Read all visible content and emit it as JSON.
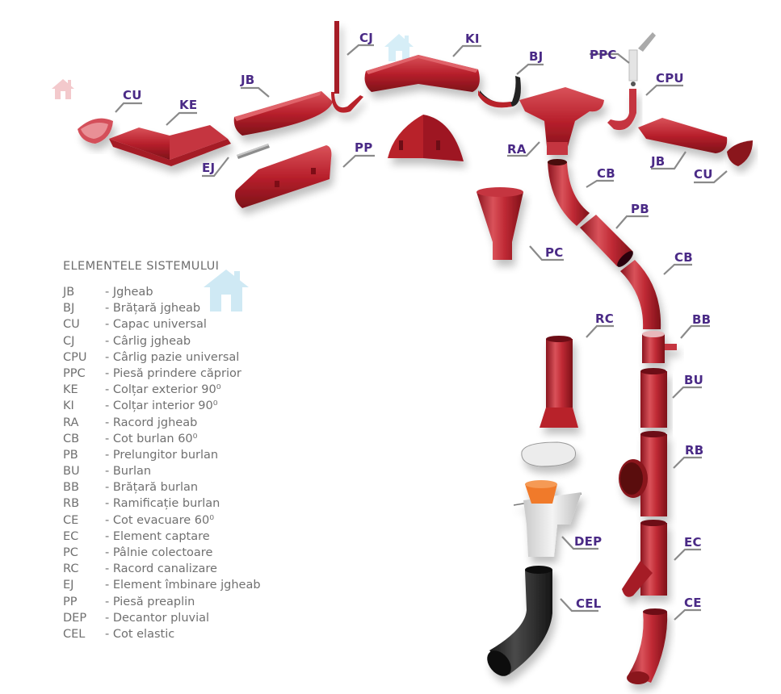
{
  "legend": {
    "title": "ELEMENTELE SISTEMULUI",
    "items": [
      {
        "code": "JB",
        "desc": "- Jgheab"
      },
      {
        "code": "BJ",
        "desc": "- Brățară jgheab"
      },
      {
        "code": "CU",
        "desc": "- Capac universal"
      },
      {
        "code": "CJ",
        "desc": "- Cârlig jgheab"
      },
      {
        "code": "CPU",
        "desc": "- Cârlig pazie universal"
      },
      {
        "code": "PPC",
        "desc": "- Piesă prindere căprior"
      },
      {
        "code": "KE",
        "desc": "- Colțar exterior 90⁰"
      },
      {
        "code": "KI",
        "desc": "- Colțar interior 90⁰"
      },
      {
        "code": "RA",
        "desc": "- Racord jgheab"
      },
      {
        "code": "CB",
        "desc": "- Cot burlan 60⁰"
      },
      {
        "code": "PB",
        "desc": "- Prelungitor burlan"
      },
      {
        "code": "BU",
        "desc": "- Burlan"
      },
      {
        "code": "BB",
        "desc": "- Brățară burlan"
      },
      {
        "code": "RB",
        "desc": "- Ramificație burlan"
      },
      {
        "code": "CE",
        "desc": "- Cot evacuare 60⁰"
      },
      {
        "code": "EC",
        "desc": "- Element captare"
      },
      {
        "code": "PC",
        "desc": "- Pâlnie colectoare"
      },
      {
        "code": "RC",
        "desc": "- Racord canalizare"
      },
      {
        "code": "EJ",
        "desc": "- Element îmbinare jgheab"
      },
      {
        "code": "PP",
        "desc": "- Piesă preaplin"
      },
      {
        "code": "DEP",
        "desc": "- Decantor pluvial"
      },
      {
        "code": "CEL",
        "desc": "- Cot elastic"
      }
    ]
  },
  "callouts": {
    "cu_left": "CU",
    "ke": "KE",
    "jb_left": "JB",
    "ej": "EJ",
    "cj": "CJ",
    "ki": "KI",
    "pp": "PP",
    "bj": "BJ",
    "ppc": "PPC",
    "cpu": "CPU",
    "ra": "RA",
    "cb_top": "CB",
    "jb_right": "JB",
    "cu_right": "CU",
    "pb": "PB",
    "pc": "PC",
    "cb_mid": "CB",
    "rc": "RC",
    "bb": "BB",
    "bu": "BU",
    "rb": "RB",
    "dep": "DEP",
    "ec": "EC",
    "cel": "CEL",
    "ce": "CE"
  },
  "colors": {
    "label": "#4a2a86",
    "part_red": "#b8202c",
    "part_red_dark": "#7d1018",
    "part_red_light": "#d9525a",
    "leader": "#8a8a8a",
    "legend_text": "#707070",
    "house_blue": "#cfe9f4",
    "house_pink": "#f3c9cc"
  }
}
